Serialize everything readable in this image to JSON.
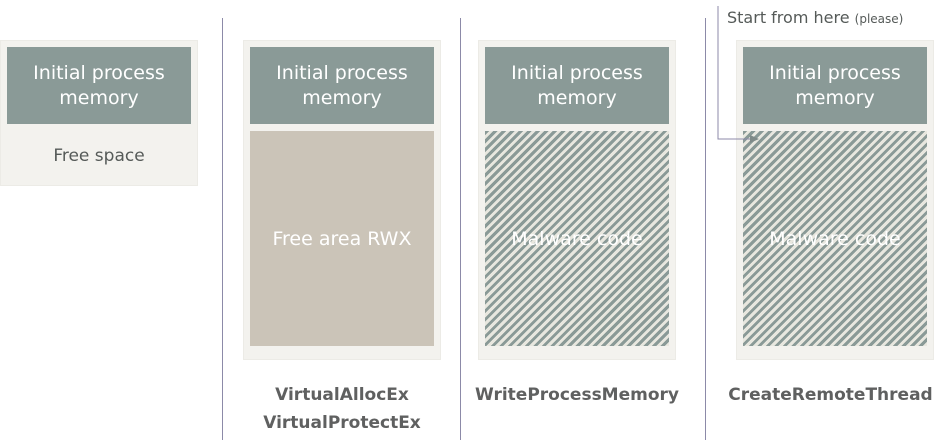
{
  "blocks": {
    "initial_memory": "Initial process\nmemory",
    "free_space": "Free space",
    "free_rwx": "Free area RWX",
    "malware_code": "Malware code"
  },
  "captions": {
    "alloc": "VirtualAllocEx",
    "protect": "VirtualProtectEx",
    "write": "WriteProcessMemory",
    "thread": "CreateRemoteThread"
  },
  "annotation": {
    "main": "Start from here",
    "aside": "(please)"
  },
  "colors": {
    "memory_block": "#8a9a97",
    "panel": "#f3f2ee",
    "free_rwx": "#cbc4b8",
    "divider": "#8c8aa8"
  }
}
